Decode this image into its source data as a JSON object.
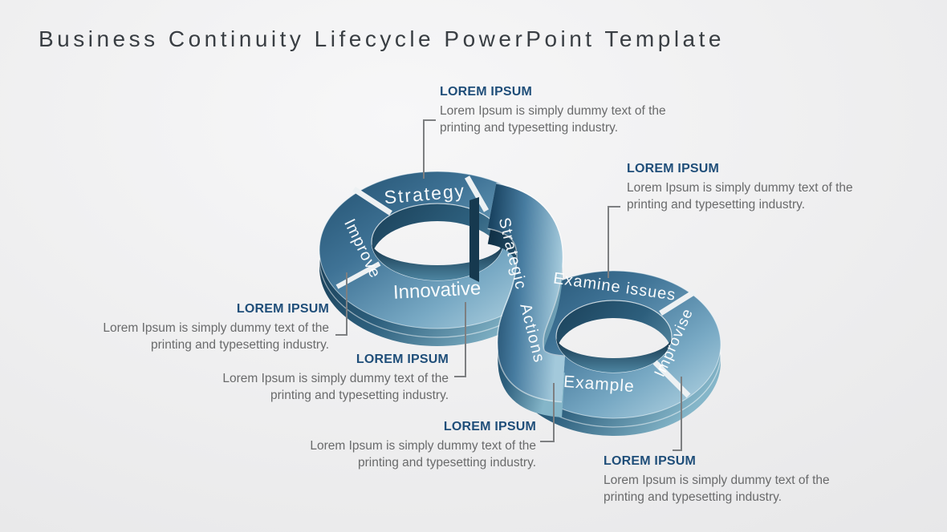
{
  "slide": {
    "title": "Business Continuity Lifecycle PowerPoint Template"
  },
  "diagram": {
    "type": "infinity-loop-ribbon",
    "segments": [
      {
        "label": "Strategy"
      },
      {
        "label": "Improve"
      },
      {
        "label": "Innovative"
      },
      {
        "label": "Strategic Actions"
      },
      {
        "label": "Examine issues"
      },
      {
        "label": "Improvise"
      },
      {
        "label": "Example"
      }
    ],
    "colors": {
      "ribbon_dark": "#1c4866",
      "ribbon_mid": "#4a7c9e",
      "ribbon_light": "#c9e2ec",
      "depth_dark": "#0f2e43",
      "heading_accent": "#1F4E79",
      "body_text": "#696a6b",
      "title_text": "#393e43",
      "connector": "#7d7f81",
      "background": "#ebebec",
      "label_text": "#ffffff"
    }
  },
  "callouts": [
    {
      "position": "top",
      "heading": "LOREM IPSUM",
      "line1": "Lorem Ipsum is simply dummy text of the",
      "line2": "printing and typesetting industry."
    },
    {
      "position": "right-top",
      "heading": "LOREM IPSUM",
      "line1": "Lorem Ipsum is simply dummy text of the",
      "line2": "printing and typesetting industry."
    },
    {
      "position": "left",
      "heading": "LOREM IPSUM",
      "line1": "Lorem Ipsum is simply dummy text of the",
      "line2": "printing and typesetting industry."
    },
    {
      "position": "center-left",
      "heading": "LOREM IPSUM",
      "line1": "Lorem Ipsum is simply dummy text of the",
      "line2": "printing and typesetting industry."
    },
    {
      "position": "bottom-center",
      "heading": "LOREM IPSUM",
      "line1": "Lorem Ipsum is simply dummy text of the",
      "line2": "printing and typesetting industry."
    },
    {
      "position": "bottom-right",
      "heading": "LOREM IPSUM",
      "line1": "Lorem Ipsum is simply dummy text of the",
      "line2": "printing and typesetting industry."
    }
  ]
}
